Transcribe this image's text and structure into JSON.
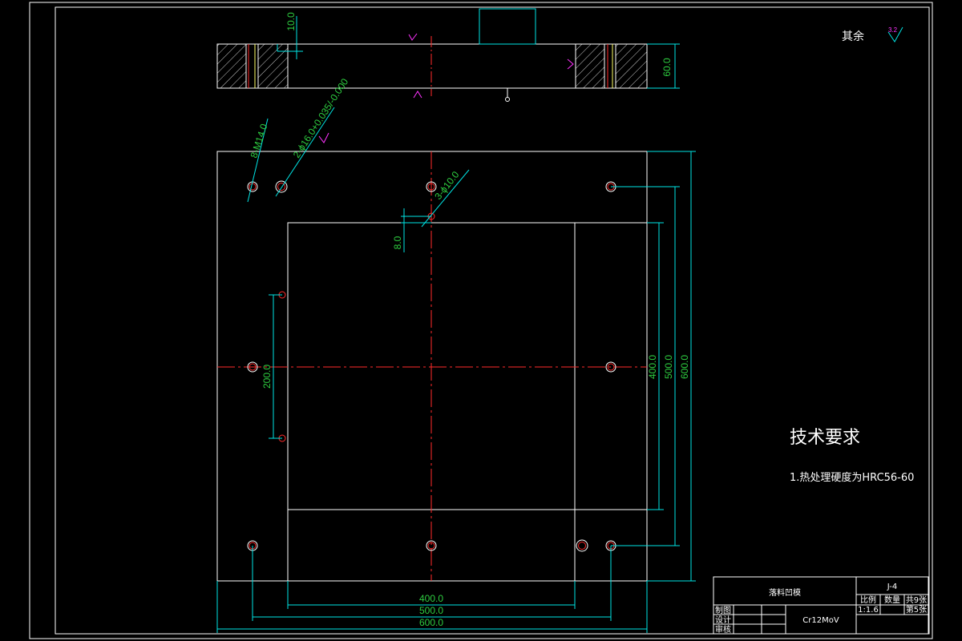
{
  "surface_finish_note": {
    "label": "其余",
    "value": "3.2"
  },
  "top_view": {
    "thickness": "60.0",
    "offset": "10.0"
  },
  "callouts": {
    "tap_holes": "8-M14.0",
    "dowel_holes": "2-ϕ16.0+0.035/-0.000",
    "pilot_holes": "3-ϕ10.0",
    "small_offset": "8.0"
  },
  "dimensions": {
    "width_inner": "400.0",
    "width_mid": "500.0",
    "width_outer": "600.0",
    "height_inner": "400.0",
    "height_mid": "500.0",
    "height_outer": "600.0",
    "dowel_spacing": "200.0"
  },
  "requirements": {
    "title": "技术要求",
    "items": [
      "1.热处理硬度为HRC56-60"
    ]
  },
  "title_block": {
    "part_name": "落料凹模",
    "drawing_no": "J-4",
    "scale_header": "比例",
    "quantity_header": "数量",
    "sheet_header": "共9张",
    "scale_value": "1:1.6",
    "sheet_value": "第5张",
    "material": "Cr12MoV",
    "rows": [
      "制图",
      "设计",
      "审核"
    ]
  },
  "colors": {
    "outline": "#ffffff",
    "center": "#ff2a2a",
    "dimension": "#00e5e5",
    "dim_text": "#2ecc40",
    "finish": "#ff33ff"
  }
}
